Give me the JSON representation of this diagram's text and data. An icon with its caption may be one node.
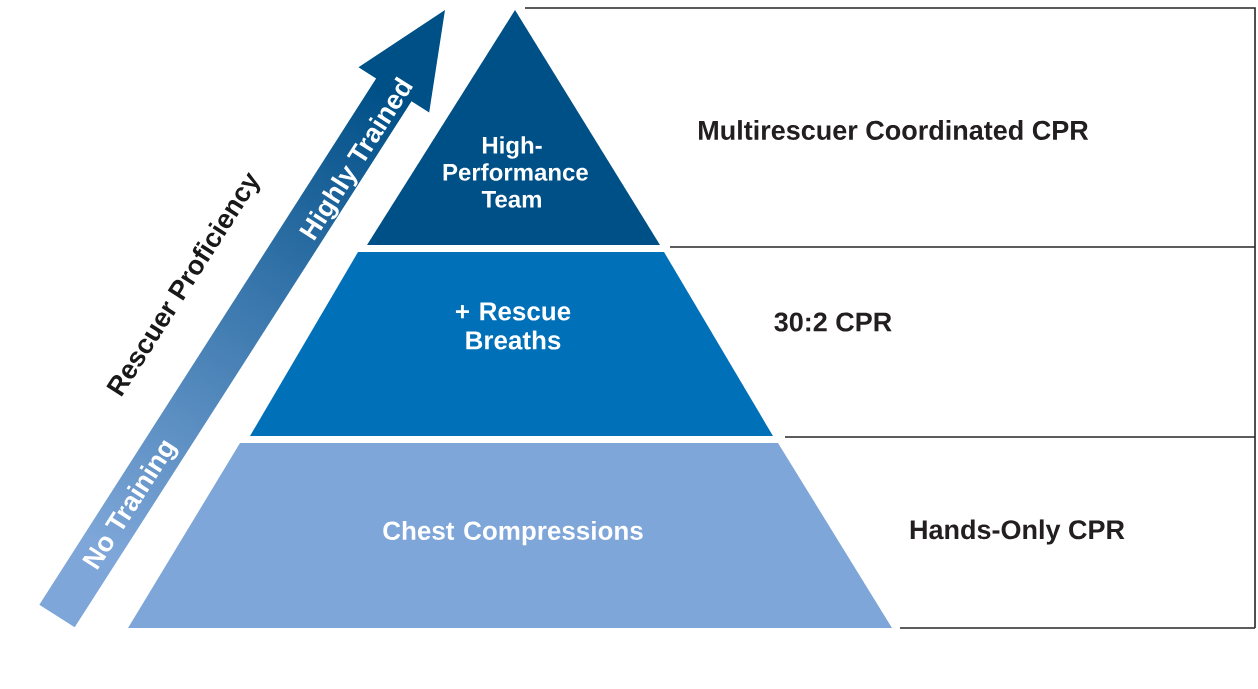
{
  "diagram": {
    "nodes": [
      {
        "text": [
          "High-Performance Team"
        ],
        "beside": [
          "Multirescuer Coordinated CPR"
        ]
      },
      {
        "text": [
          "+ Rescue Breaths"
        ],
        "beside": [
          "30:2 CPR"
        ]
      },
      {
        "text": [
          "Chest Compressions"
        ],
        "beside": [
          "Hands-Only CPR"
        ]
      }
    ],
    "labels": [
      "Rescuer Proficiency",
      "No Training",
      "Highly Trained"
    ]
  }
}
